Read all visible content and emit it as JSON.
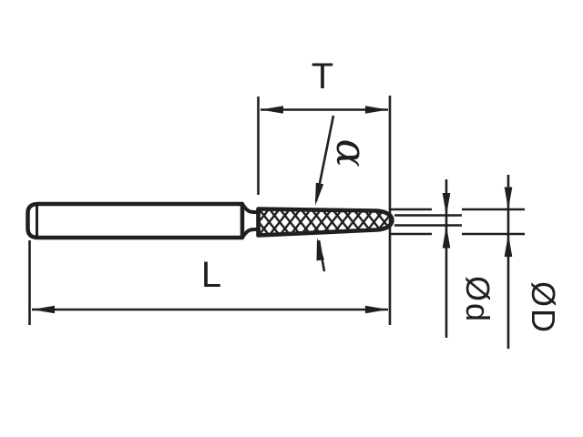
{
  "drawing": {
    "kind": "technical dimension drawing of a rotary burr / cutter with shank",
    "labels": {
      "t": "T",
      "l": "L",
      "alpha": "α",
      "phi_d": "Ød",
      "phi_D": "ØD"
    },
    "colors": {
      "ink": "#1f1f1f",
      "background": "#ffffff"
    }
  }
}
